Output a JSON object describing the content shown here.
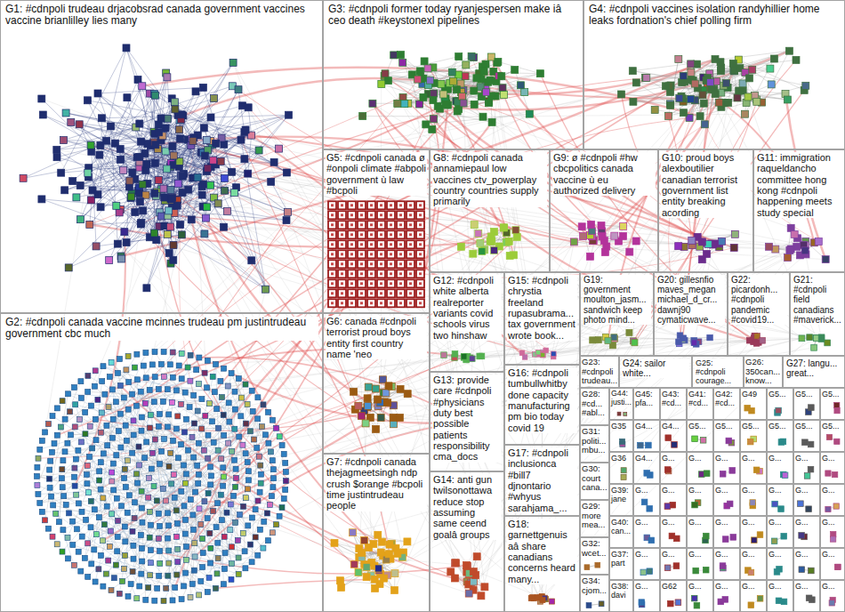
{
  "diagram": {
    "nodes": [
      {
        "text": [
          "G1: #cdnpoli trudeau drjacobsrad canada government vaccines vaccine brianlilley lies many"
        ]
      },
      {
        "text": [
          "G2: #cdnpoli canada vaccine mcinnes trudeau pm justintrudeau government cbc much"
        ]
      },
      {
        "text": [
          "G3: #cdnpoli former today ryanjespersen make iâ ceo death #keystonexl pipelines"
        ]
      },
      {
        "text": [
          "G4: #cdnpoli vaccines isolation randyhillier home leaks fordnation's chief polling firm"
        ]
      },
      {
        "text": [
          "G5: #cdnpoli canada ø #onpoli climate #abpoli government ù law #bcpoli"
        ]
      },
      {
        "text": [
          "G6: canada #cdnpoli terrorist proud boys entity first country name 'neo"
        ]
      },
      {
        "text": [
          "G7: #cdnpoli canada thejagmeetsingh ndp crush $orange #bcpoli time justintrudeau people"
        ]
      },
      {
        "text": [
          "G8: #cdnpoli canada annamiepaul low vaccines ctv_powerplay country countries supply primarily"
        ]
      },
      {
        "text": [
          "G9: ø #cdnpoli #hw cbcpolitics canada vaccine ù eu authorized delivery"
        ]
      },
      {
        "text": [
          "G10: proud boys alexboutilier canadian terrorist government list entity breaking acording"
        ]
      },
      {
        "text": [
          "G11: immigration raqueldancho committee hong kong #cdnpoli happening meets study special"
        ]
      },
      {
        "text": [
          "G12: #cdnpoli white alberta realreporter variants covid schools virus two hinshaw"
        ]
      },
      {
        "text": [
          "G13: provide care #cdnpoli #physicians duty best possible patients responsibility cma_docs"
        ]
      },
      {
        "text": [
          "G14: anti gun twilsonottawa reduce stop assuming same ceend goalâ groups"
        ]
      },
      {
        "text": [
          "G15: #cdnpoli chrystia freeland rupasubrama... tax government wrote book..."
        ]
      },
      {
        "text": [
          "G16: #cdnpoli tumbullwhitby done capacity manufacturing pm bio today covid 19"
        ]
      },
      {
        "text": [
          "G17: #cdnpoli inclusionca #bill7 djnontario #whyus sarahjama_..."
        ]
      },
      {
        "text": [
          "G18: garnettgenuis aâ share canadians concerns heard many..."
        ]
      },
      {
        "text": [
          "G19: government moulton_jasm... sandwich keep photo mind..."
        ]
      },
      {
        "text": [
          "G20: gillesnfio maves_megan michael_d_cr... dawnj90 cymaticwave..."
        ]
      },
      {
        "text": [
          "G21: #cdnpoli field canadians #maverick..."
        ]
      },
      {
        "text": [
          "G22: picardonh... #cdnpoli pandemic #covid19..."
        ]
      },
      {
        "text": [
          "G23: #cdnpoli trudeau..."
        ]
      },
      {
        "text": [
          "G24: sailor white..."
        ]
      },
      {
        "text": [
          "G25: #cdnpoli courage..."
        ]
      },
      {
        "text": [
          "G26: 350can... know..."
        ]
      },
      {
        "text": [
          "G27: langu... great..."
        ]
      },
      {
        "text": [
          "G28: #cd... #abl..."
        ]
      },
      {
        "text": [
          "G31: politi... mbu..."
        ]
      },
      {
        "text": [
          "G30: court cana..."
        ]
      },
      {
        "text": [
          "G29: more mea..."
        ]
      },
      {
        "text": [
          "G32: wcet..."
        ]
      },
      {
        "text": [
          "G34: cjom..."
        ]
      },
      {
        "text": [
          "G44: justi..."
        ]
      },
      {
        "text": [
          "G35"
        ]
      },
      {
        "text": [
          "G36"
        ]
      },
      {
        "text": [
          "G39: jane"
        ]
      },
      {
        "text": [
          "G40: can..."
        ]
      },
      {
        "text": [
          "G37: part"
        ]
      },
      {
        "text": [
          "G38: davi"
        ]
      },
      {
        "text": [
          "G45: pfa..."
        ]
      },
      {
        "text": [
          "G43: #cd..."
        ]
      },
      {
        "text": [
          "G41: #cd..."
        ]
      },
      {
        "text": [
          "G42: #cd..."
        ]
      },
      {
        "text": [
          "G49"
        ]
      },
      {
        "text": [
          "G5..."
        ]
      },
      {
        "text": [
          "G5..."
        ]
      },
      {
        "text": [
          "G5..."
        ]
      },
      {
        "text": [
          "G4..."
        ]
      },
      {
        "text": [
          "G4..."
        ]
      },
      {
        "text": [
          "G5..."
        ]
      },
      {
        "text": [
          "G5..."
        ]
      },
      {
        "text": [
          "G5..."
        ]
      },
      {
        "text": [
          "G5..."
        ]
      },
      {
        "text": [
          "G5..."
        ]
      },
      {
        "text": [
          "G5..."
        ]
      },
      {
        "text": [
          "G4..."
        ]
      },
      {
        "text": [
          "G..."
        ]
      },
      {
        "text": [
          "G..."
        ]
      },
      {
        "text": [
          "G..."
        ]
      },
      {
        "text": [
          "G..."
        ]
      },
      {
        "text": [
          "G..."
        ]
      },
      {
        "text": [
          "G..."
        ]
      },
      {
        "text": [
          "G..."
        ]
      },
      {
        "text": [
          "G..."
        ]
      },
      {
        "text": [
          "G..."
        ]
      },
      {
        "text": [
          "G..."
        ]
      },
      {
        "text": [
          "G..."
        ]
      },
      {
        "text": [
          "G..."
        ]
      },
      {
        "text": [
          "G..."
        ]
      },
      {
        "text": [
          "G..."
        ]
      },
      {
        "text": [
          "G..."
        ]
      },
      {
        "text": [
          "G..."
        ]
      },
      {
        "text": [
          "G..."
        ]
      },
      {
        "text": [
          "G..."
        ]
      },
      {
        "text": [
          "G..."
        ]
      },
      {
        "text": [
          "G..."
        ]
      },
      {
        "text": [
          "G..."
        ]
      },
      {
        "text": [
          "G..."
        ]
      },
      {
        "text": [
          "G..."
        ]
      },
      {
        "text": [
          "G..."
        ]
      },
      {
        "text": [
          "G..."
        ]
      },
      {
        "text": [
          "G..."
        ]
      },
      {
        "text": [
          "G..."
        ]
      },
      {
        "text": [
          "G..."
        ]
      },
      {
        "text": [
          "G..."
        ]
      },
      {
        "text": [
          "G..."
        ]
      },
      {
        "text": [
          "G..."
        ]
      },
      {
        "text": [
          "G..."
        ]
      },
      {
        "text": [
          "G62"
        ]
      },
      {
        "text": [
          "G..."
        ]
      },
      {
        "text": [
          "G..."
        ]
      },
      {
        "text": [
          "G..."
        ]
      },
      {
        "text": [
          "G..."
        ]
      },
      {
        "text": [
          "G..."
        ]
      },
      {
        "text": [
          "G..."
        ]
      }
    ]
  }
}
